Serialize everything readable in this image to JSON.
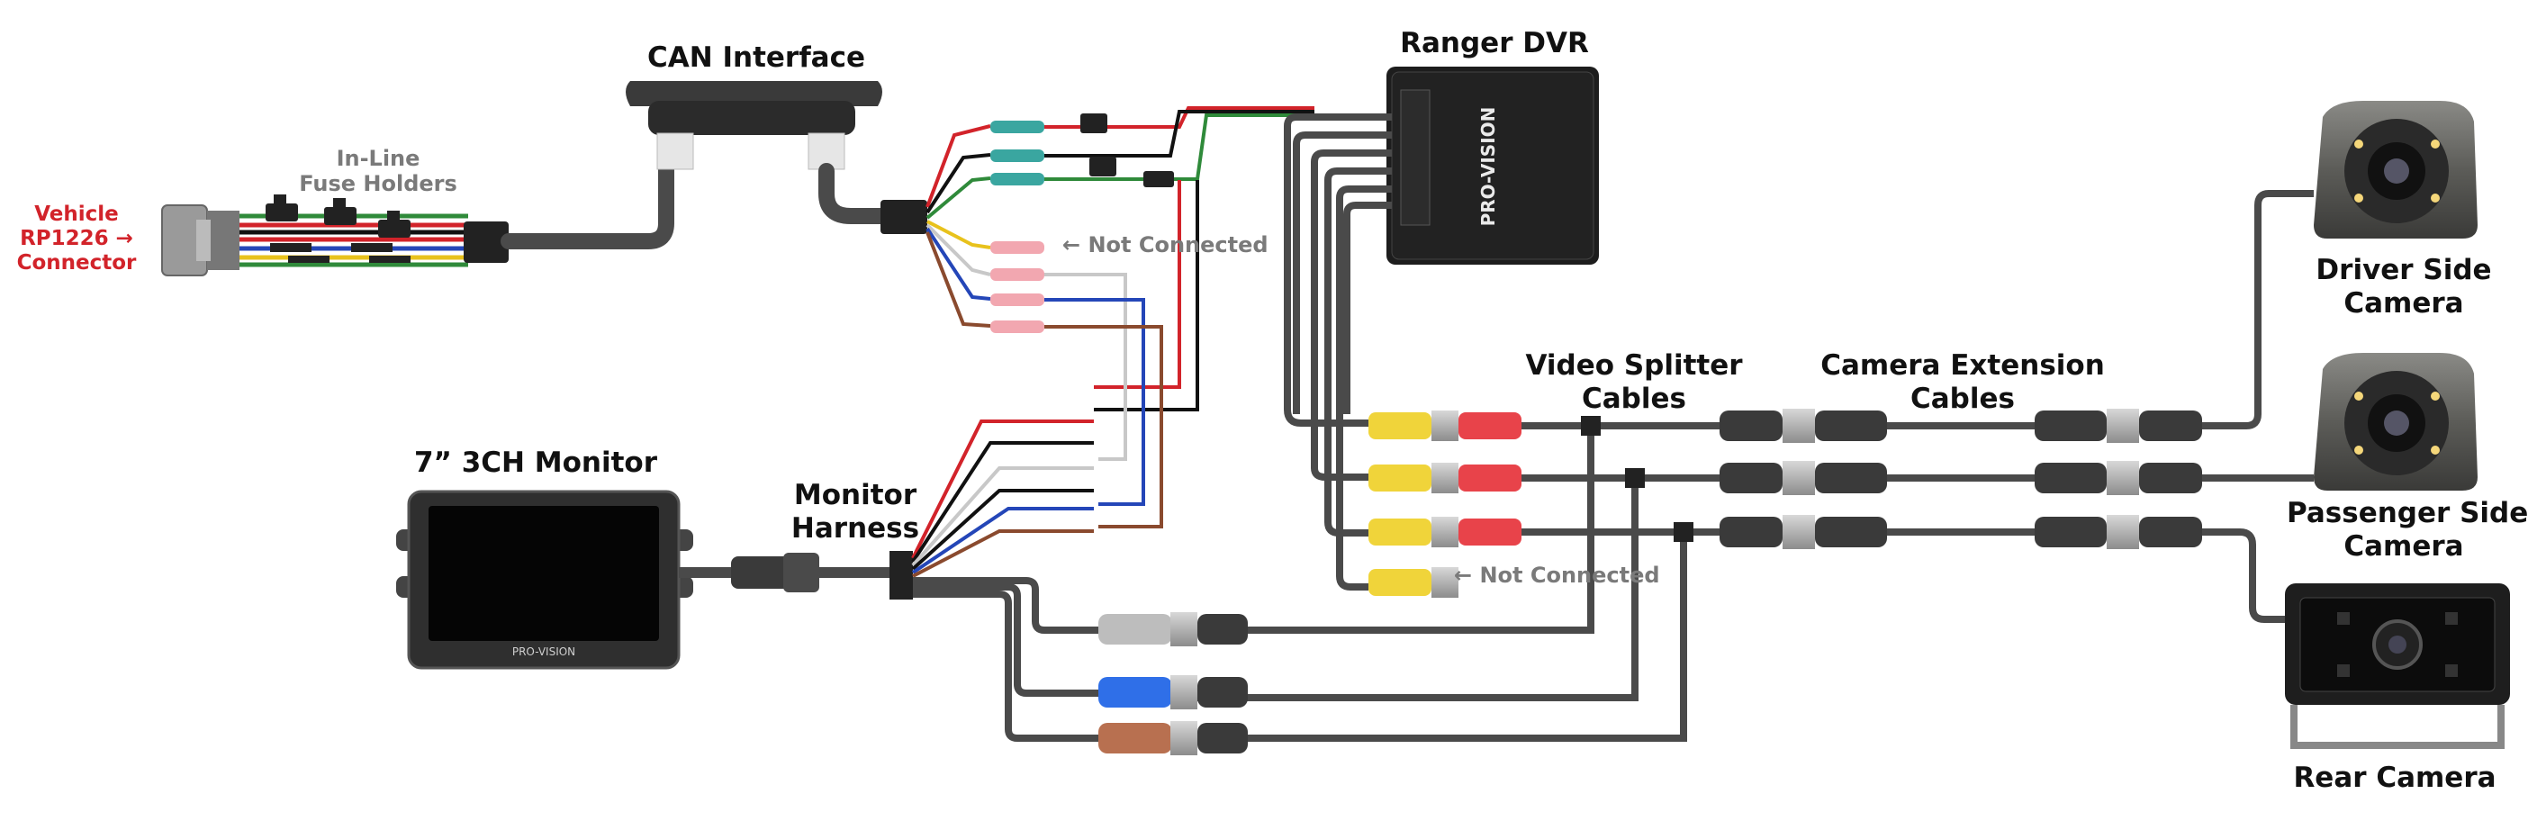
{
  "labels": {
    "vehicle_connector_line1": "Vehicle",
    "vehicle_connector_line2": "RP1226 →",
    "vehicle_connector_line3": "Connector",
    "fuse_holders_line1": "In-Line",
    "fuse_holders_line2": "Fuse Holders",
    "can_interface": "CAN Interface",
    "ranger_dvr": "Ranger DVR",
    "not_connected_can": "← Not Connected",
    "not_connected_dvr": "← Not Connected",
    "monitor": "7” 3CH Monitor",
    "monitor_harness_line1": "Monitor",
    "monitor_harness_line2": "Harness",
    "video_splitter_line1": "Video Splitter",
    "video_splitter_line2": "Cables",
    "camera_extension_line1": "Camera Extension",
    "camera_extension_line2": "Cables",
    "driver_camera_line1": "Driver Side",
    "driver_camera_line2": "Camera",
    "passenger_camera_line1": "Passenger Side",
    "passenger_camera_line2": "Camera",
    "rear_camera": "Rear Camera"
  },
  "branding": {
    "brand": "PRO-VISION"
  },
  "colors": {
    "cable": "#4a4a4a",
    "wire_red": "#d2232a",
    "wire_black": "#111111",
    "wire_green": "#2f8a3a",
    "wire_yellow": "#e8c21c",
    "wire_blue": "#2446b8",
    "wire_brown": "#8a4a2e",
    "wire_white": "#c8c8c8",
    "rca_yellow": "#f0d43a",
    "rca_red": "#e8434a",
    "label_red": "#d2232a",
    "label_gray": "#7a7a7a"
  }
}
